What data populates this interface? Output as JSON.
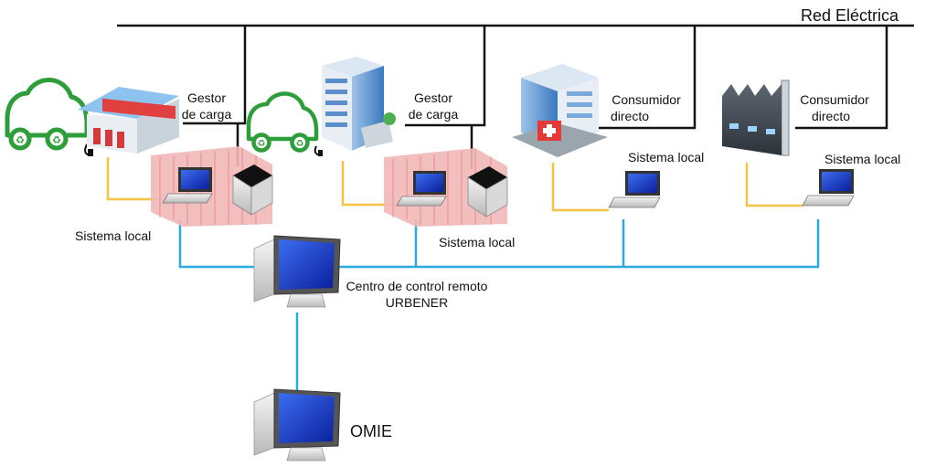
{
  "title": "Red Eléctrica",
  "colors": {
    "grid_line": "#111111",
    "local_link": "#f5c242",
    "network_link": "#29abe2",
    "car_outline": "#2e9e3a",
    "container": "#f2b7b7"
  },
  "nodes": {
    "gestor1": {
      "line1": "Gestor",
      "line2": "de carga",
      "local_label": "Sistema local"
    },
    "gestor2": {
      "line1": "Gestor",
      "line2": "de carga",
      "local_label": "Sistema local"
    },
    "consumidor1": {
      "line1": "Consumidor",
      "line2": "directo",
      "local_label": "Sistema local"
    },
    "consumidor2": {
      "line1": "Consumidor",
      "line2": "directo",
      "local_label": "Sistema local"
    },
    "control": {
      "line1": "Centro de control remoto",
      "line2": "URBENER"
    },
    "omie": {
      "label": "OMIE"
    }
  }
}
